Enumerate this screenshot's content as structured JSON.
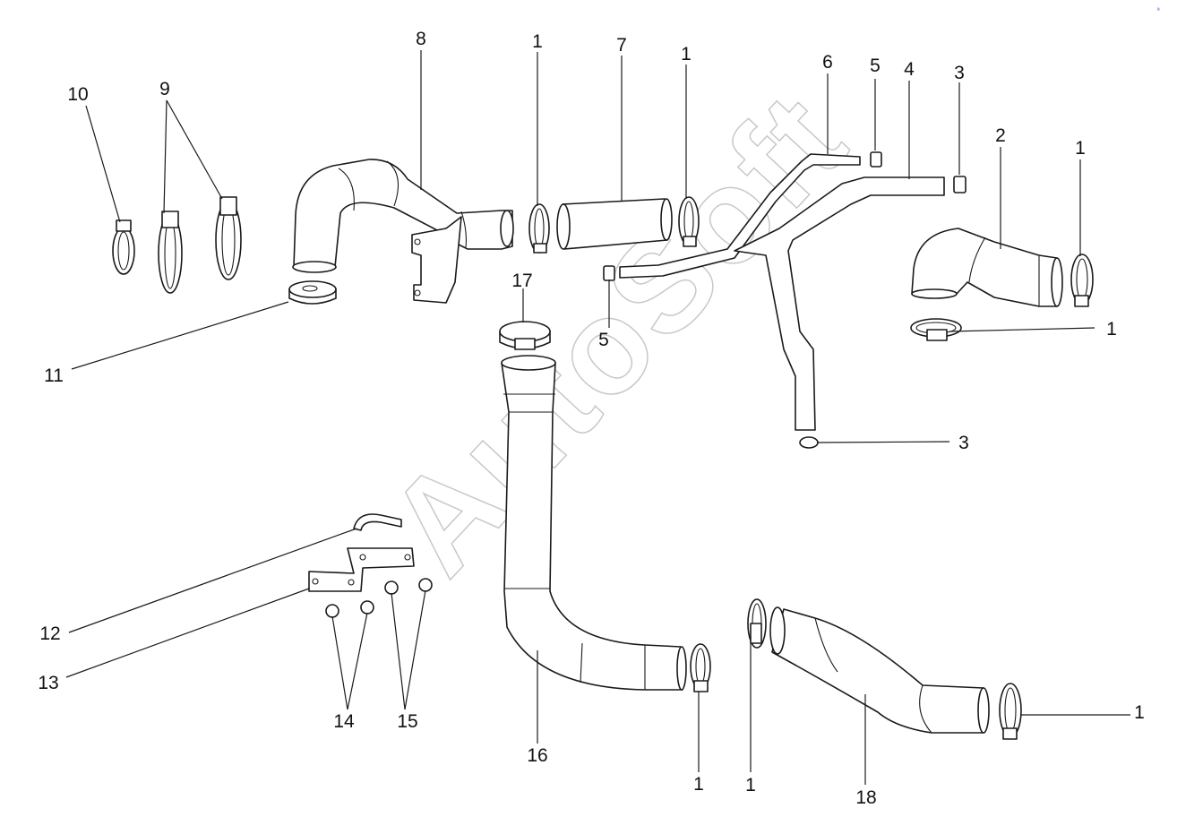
{
  "watermark": "AutoSoft",
  "corner_mark": "ª",
  "callouts": {
    "c8": "8",
    "c7": "7",
    "c1_top_a": "1",
    "c1_top_b": "1",
    "c6": "6",
    "c5_top": "5",
    "c4": "4",
    "c3_top": "3",
    "c2": "2",
    "c1_right_top": "1",
    "c10": "10",
    "c9": "9",
    "c11": "11",
    "c17": "17",
    "c5_mid": "5",
    "c1_right_mid": "1",
    "c3_right": "3",
    "c12": "12",
    "c13": "13",
    "c14": "14",
    "c15": "15",
    "c16": "16",
    "c1_bottom_a": "1",
    "c1_bottom_b": "1",
    "c18": "18",
    "c1_right_bottom": "1"
  }
}
